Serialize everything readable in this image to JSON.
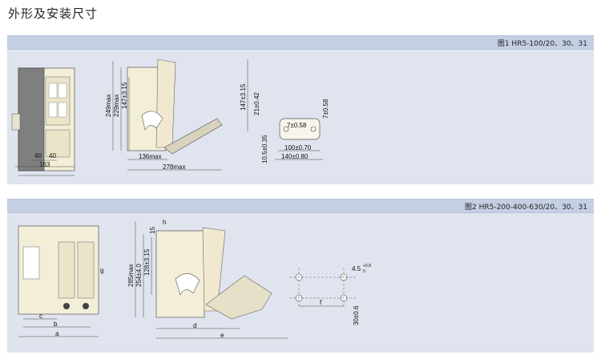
{
  "page": {
    "title": "外形及安装尺寸"
  },
  "figure1": {
    "caption": "图1 HR5-100/20、30、31",
    "front": {
      "dim_40_a": "40",
      "dim_40_b": "40",
      "dim_163": "163"
    },
    "side": {
      "dim_249": "249max",
      "dim_229": "229max",
      "dim_147": "147±3.15",
      "dim_136": "136max",
      "dim_278": "278max"
    },
    "mount": {
      "dim_147": "147±3.15",
      "dim_21": "21±0.42",
      "dim_7a": "7±0.58",
      "dim_7b": "7±0.58",
      "dim_10_5": "10.5±0.35",
      "dim_100": "100±0.70",
      "dim_140": "140±0.80"
    }
  },
  "figure2": {
    "caption": "图2 HR5-200-400-630/20、30、31",
    "front": {
      "c": "c",
      "b": "b",
      "a": "a",
      "g": "g"
    },
    "side": {
      "h": "h",
      "dim_285": "285max",
      "dim_254": "254±4.0",
      "dim_128": "128±3.15",
      "dim_15": "15",
      "d": "d",
      "e": "e"
    },
    "mount": {
      "dim_4_5": "4.5",
      "tol_up": "+0.8",
      "tol_dn": "0",
      "f": "f",
      "dim_30": "30±0.6"
    }
  }
}
